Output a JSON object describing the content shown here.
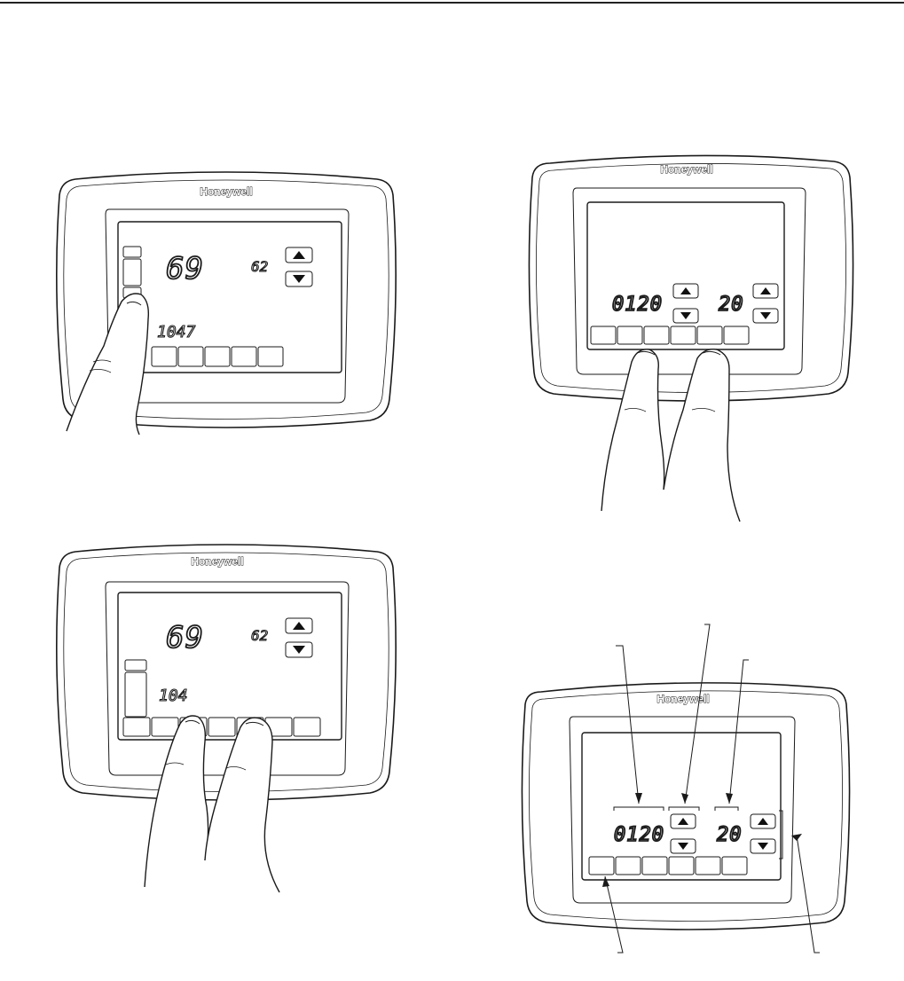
{
  "brand": "Honeywell",
  "figures": {
    "tl": {
      "main_temp": "69",
      "setpoint": "62",
      "time": "1047"
    },
    "bl": {
      "main_temp": "69",
      "setpoint": "62",
      "time": "104"
    },
    "tr": {
      "code": "0120",
      "value": "20"
    },
    "br": {
      "code": "0120",
      "value": "20"
    }
  }
}
